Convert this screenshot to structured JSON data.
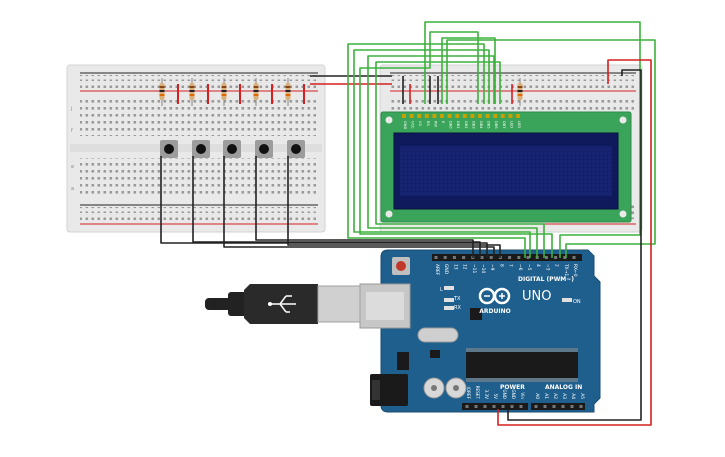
{
  "arduino": {
    "brand": "ARDUINO",
    "model": "UNO",
    "digital_label": "DIGITAL (PWM~)",
    "power_label": "POWER",
    "analog_label": "ANALOG IN",
    "on_label": "ON",
    "tx_label": "TX",
    "rx_label": "RX",
    "l_label": "L",
    "digital_pins": [
      "AREF",
      "GND",
      "13",
      "12",
      "~11",
      "~10",
      "~9",
      "8",
      "7",
      "~6",
      "~5",
      "4",
      "~3",
      "2",
      "TX→1",
      "RX←0"
    ],
    "power_pins": [
      "IOREF",
      "RESET",
      "3.3V",
      "5V",
      "GND",
      "GND",
      "Vin"
    ],
    "analog_pins": [
      "A0",
      "A1",
      "A2",
      "A3",
      "A4",
      "A5"
    ]
  },
  "lcd": {
    "pins": [
      "GND",
      "VCC",
      "V0",
      "RS",
      "RW",
      "E",
      "DB0",
      "DB1",
      "DB2",
      "DB3",
      "DB4",
      "DB5",
      "DB6",
      "DB7",
      "LED",
      "LED"
    ]
  },
  "colors": {
    "board": "#1f5f8e",
    "breadboard": "#e9e9e9",
    "lcd_pcb": "#3aa55a",
    "lcd_screen": "#15206b",
    "wire_green": "#3cb13c",
    "wire_red": "#d42020",
    "wire_black": "#222222"
  }
}
